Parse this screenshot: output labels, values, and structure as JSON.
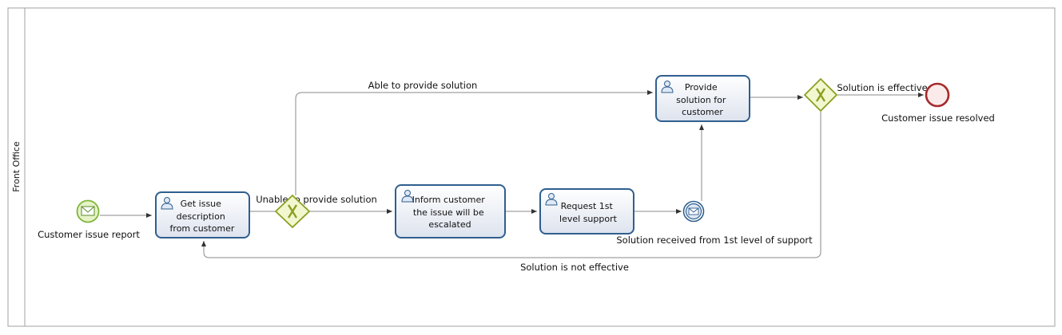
{
  "pool": {
    "lane_label": "Front Office"
  },
  "events": {
    "start": {
      "label": "Customer issue report",
      "icon": "envelope-icon"
    },
    "intermediate": {
      "label": "Solution received from 1st level of support",
      "icon": "envelope-icon"
    },
    "end": {
      "label": "Customer issue resolved"
    }
  },
  "tasks": {
    "get_issue": {
      "lines": [
        "Get issue",
        "description",
        "from customer"
      ],
      "icon": "user-icon"
    },
    "inform_customer": {
      "lines": [
        "Inform customer",
        "the issue will be",
        "escalated"
      ],
      "icon": "user-icon"
    },
    "request_support": {
      "lines": [
        "Request 1st",
        "level support"
      ],
      "icon": "user-icon"
    },
    "provide_solution": {
      "lines": [
        "Provide",
        "solution for",
        "customer"
      ],
      "icon": "user-icon"
    }
  },
  "gateways": {
    "gw1": {
      "type": "exclusive"
    },
    "gw2": {
      "type": "exclusive"
    }
  },
  "flows": {
    "able": "Able to provide solution",
    "unable": "Unable to provide solution",
    "effective": "Solution is effective",
    "not_effective": "Solution is not effective"
  },
  "colors": {
    "task_border": "#2f5f8f",
    "task_fill_top": "#ffffff",
    "task_fill_bottom": "#dde3ee",
    "gateway_border": "#8aa020",
    "gateway_fill": "#f2f7cf",
    "start_border": "#7fb53a",
    "start_fill": "#e5f3c6",
    "end_border": "#a52a2a",
    "end_fill": "#fbeaea",
    "intermediate_border": "#2f5f8f",
    "flow": "#8a8a8a"
  }
}
